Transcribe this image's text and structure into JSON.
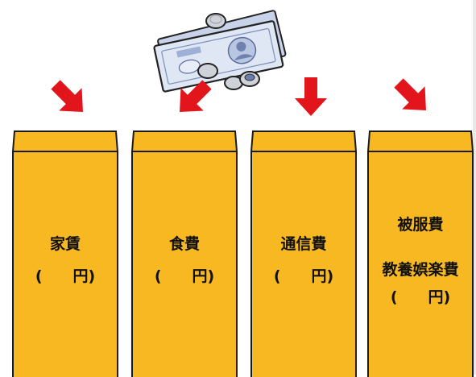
{
  "colors": {
    "envelope": "#f7b821",
    "envelope_outline": "#1a1a1a",
    "arrow": "#e3151c",
    "bill": "#dfe7f5",
    "coin": "#c9ccd2"
  },
  "illustration": {
    "icon": "money-bills-coins-icon"
  },
  "envelopes": [
    {
      "label": "家賃",
      "amount": "(　　円)",
      "arrow_icon": "arrow-down-right-icon"
    },
    {
      "label": "食費",
      "amount": "(　　円)",
      "arrow_icon": "arrow-down-left-icon"
    },
    {
      "label": "通信費",
      "amount": "(　　円)",
      "arrow_icon": "arrow-down-icon"
    },
    {
      "label": "被服費",
      "label2": "教養娯楽費",
      "amount": "(　　円)",
      "arrow_icon": "arrow-down-right-icon"
    }
  ]
}
